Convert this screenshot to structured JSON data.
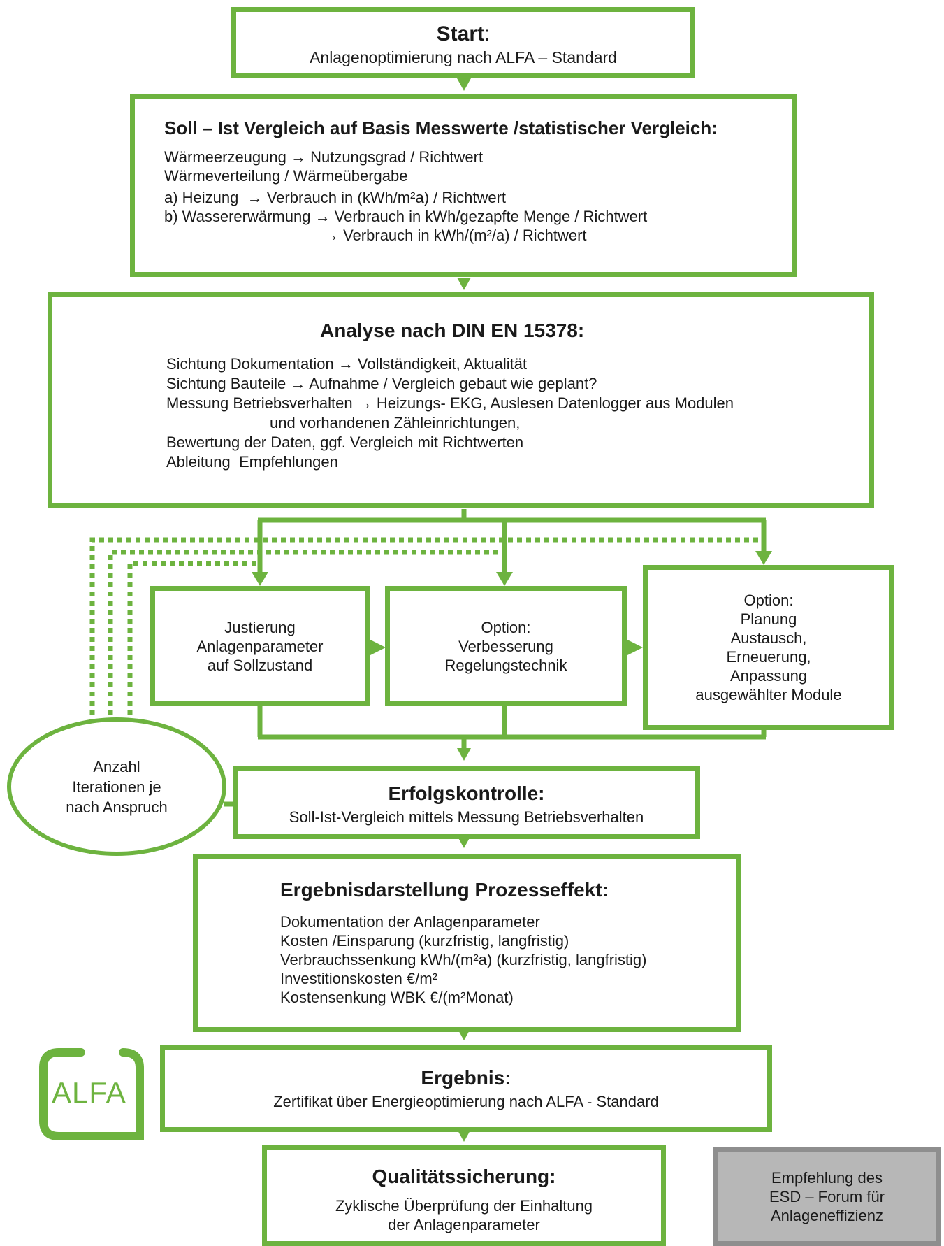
{
  "start": {
    "title": "Start",
    "title_suffix": ":",
    "subtitle": "Anlagenoptimierung nach ALFA – Standard"
  },
  "soll_ist": {
    "title": "Soll – Ist Vergleich auf Basis Messwerte /statistischer Vergleich:",
    "lines": [
      "Wärmeerzeugung → Nutzungsgrad / Richtwert",
      "Wärmeverteilung / Wärmeübergabe",
      "a) Heizung  → Verbrauch in (kWh/m²a) / Richtwert",
      "b) Wassererwärmung → Verbrauch in kWh/gezapfte Menge / Richtwert",
      "→ Verbrauch in kWh/(m²/a) / Richtwert"
    ]
  },
  "analyse": {
    "title": "Analyse nach DIN EN 15378:",
    "lines": [
      "Sichtung Dokumentation → Vollständigkeit, Aktualität",
      "Sichtung Bauteile → Aufnahme / Vergleich gebaut wie geplant?",
      "Messung Betriebsverhalten → Heizungs- EKG, Auslesen Datenlogger aus Modulen",
      "und vorhandenen Zähleinrichtungen,",
      "Bewertung der Daten, ggf. Vergleich mit Richtwerten",
      "Ableitung  Empfehlungen"
    ]
  },
  "options": [
    {
      "lines": [
        "Justierung",
        "Anlagenparameter",
        "auf Sollzustand"
      ]
    },
    {
      "lines": [
        "Option:",
        "Verbesserung",
        "Regelungstechnik"
      ]
    },
    {
      "lines": [
        "Option:",
        "Planung",
        "Austausch,",
        "Erneuerung,",
        "Anpassung",
        "ausgewählter Module"
      ]
    }
  ],
  "iterations": {
    "lines": [
      "Anzahl",
      "Iterationen je",
      "nach Anspruch"
    ]
  },
  "erfolg": {
    "title": "Erfolgskontrolle:",
    "subtitle": "Soll-Ist-Vergleich mittels Messung Betriebsverhalten"
  },
  "ergebnisdarstellung": {
    "title": "Ergebnisdarstellung  Prozesseffekt:",
    "lines": [
      "Dokumentation der Anlagenparameter",
      "Kosten /Einsparung (kurzfristig, langfristig)",
      "Verbrauchssenkung kWh/(m²a) (kurzfristig, langfristig)",
      "Investitionskosten €/m²",
      "Kostensenkung WBK €/(m²Monat)"
    ]
  },
  "ergebnis": {
    "title": "Ergebnis:",
    "subtitle": "Zertifikat über Energieoptimierung nach ALFA - Standard"
  },
  "qualitaet": {
    "title": "Qualitätssicherung:",
    "lines": [
      "Zyklische Überprüfung der Einhaltung",
      "der Anlagenparameter"
    ]
  },
  "empfehlung": {
    "lines": [
      "Empfehlung des",
      "ESD – Forum für",
      "Anlageneffizienz"
    ]
  },
  "logo": {
    "text": "ALFA"
  },
  "colors": {
    "accent": "#6db33f",
    "gray_box": "#b7b7b7"
  }
}
